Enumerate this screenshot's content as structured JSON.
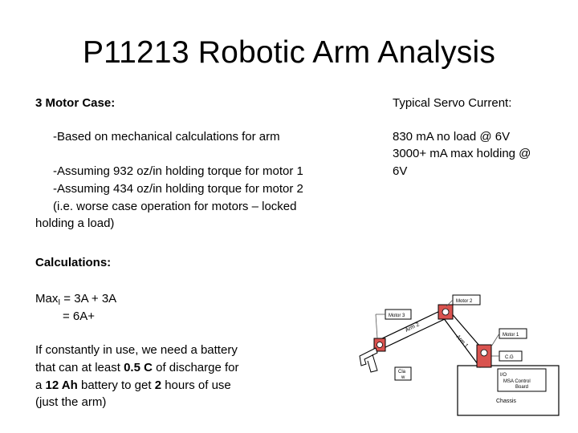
{
  "title": "P11213 Robotic Arm Analysis",
  "left": {
    "heading": "3 Motor Case:",
    "line1": "-Based on mechanical calculations for arm",
    "line2": "-Assuming 932 oz/in holding torque for motor 1",
    "line3": "-Assuming 434 oz/in holding torque for motor 2",
    "line4": "(i.e. worse case operation for motors – locked",
    "line5": "holding a load)",
    "calc_heading": "Calculations:",
    "max_prefix": "Max",
    "max_sub": "I",
    "max_expr": "= 3A + 3A",
    "max_result": "= 6A+",
    "use_line1": "If constantly in use, we need a battery",
    "use_line2_a": "that can at least ",
    "use_line2_b": "0.5 C",
    "use_line2_c": " of discharge for",
    "use_line3_a": "a ",
    "use_line3_b": "12 Ah",
    "use_line3_c": " battery to get ",
    "use_line3_d": "2",
    "use_line3_e": " hours of use",
    "use_line4": "(just the arm)"
  },
  "right": {
    "heading": "Typical Servo Current:",
    "line1": "830 mA no load @ 6V",
    "line2": "3000+ mA max holding @",
    "line3": "6V"
  },
  "diagram": {
    "motor3": "Motor 3",
    "motor2": "Motor 2",
    "motor1": "Motor 1",
    "arm2": "Arm 2",
    "arm1": "Arm 1",
    "cg": "C.G",
    "claw": "Cla",
    "claw2": "w",
    "io": "I/O",
    "board1": "MSA Control",
    "board2": "Board",
    "chassis": "Chassis",
    "colors": {
      "motor_fill": "#d9534f",
      "stroke": "#000000",
      "pointer": "#555555"
    }
  }
}
